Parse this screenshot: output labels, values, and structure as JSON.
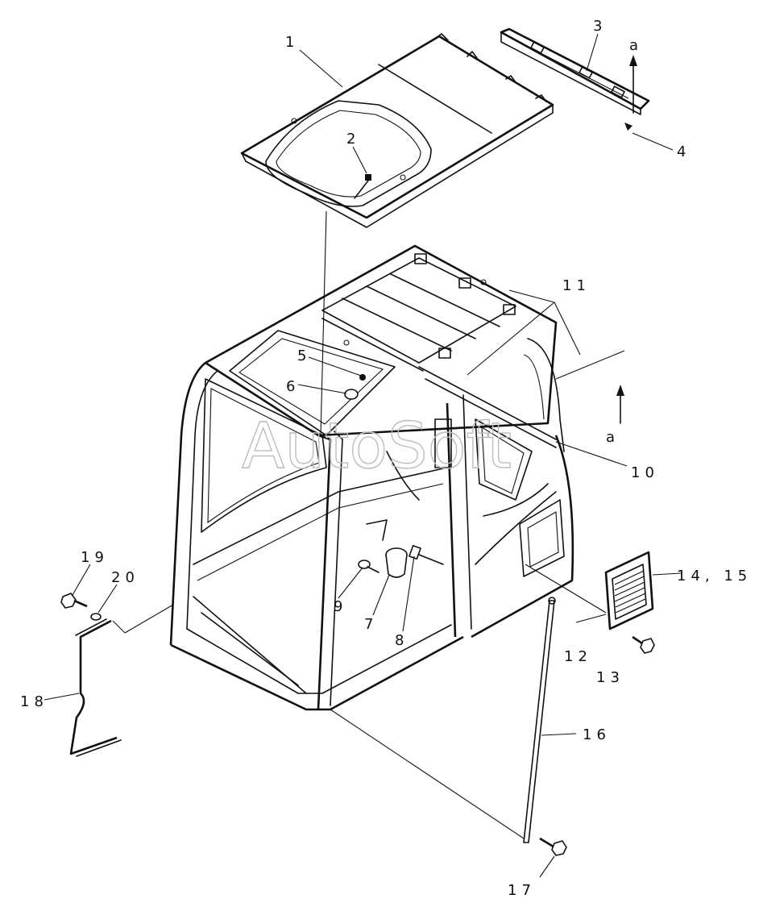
{
  "diagram": {
    "watermark": "AutoSoft",
    "view_marker": "a",
    "callouts": [
      {
        "id": "c1",
        "label": "1"
      },
      {
        "id": "c2",
        "label": "2"
      },
      {
        "id": "c3",
        "label": "3"
      },
      {
        "id": "c4",
        "label": "4"
      },
      {
        "id": "c5",
        "label": "5"
      },
      {
        "id": "c6",
        "label": "6"
      },
      {
        "id": "c7",
        "label": "7"
      },
      {
        "id": "c8",
        "label": "8"
      },
      {
        "id": "c9",
        "label": "9"
      },
      {
        "id": "c10",
        "label": "10"
      },
      {
        "id": "c11",
        "label": "11"
      },
      {
        "id": "c12",
        "label": "12"
      },
      {
        "id": "c13",
        "label": "13"
      },
      {
        "id": "c1415",
        "label": "14, 15"
      },
      {
        "id": "c16",
        "label": "16"
      },
      {
        "id": "c17",
        "label": "17"
      },
      {
        "id": "c18",
        "label": "18"
      },
      {
        "id": "c19",
        "label": "19"
      },
      {
        "id": "c20",
        "label": "20"
      }
    ]
  }
}
